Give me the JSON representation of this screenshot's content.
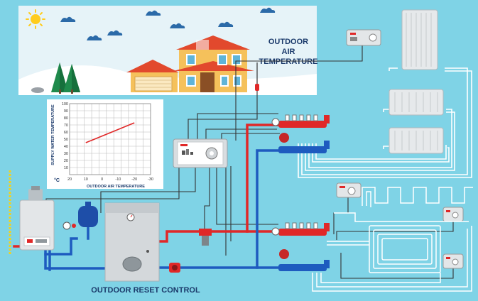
{
  "labels": {
    "outdoor_air_temperature": [
      "OUTDOOR",
      "AIR",
      "TEMPERATURE"
    ],
    "outdoor_reset_control": "OUTDOOR RESET CONTROL"
  },
  "chart_data": {
    "type": "line",
    "xlabel": "OUTDOOR AIR TEMPERATURE",
    "ylabel": "SUPPLY WATER TEMPERATURE",
    "unit": "°C",
    "x_ticks": [
      "20",
      "10",
      "0",
      "-10",
      "-20",
      "-30"
    ],
    "y_ticks": [
      "100",
      "90",
      "80",
      "70",
      "60",
      "50",
      "40",
      "30",
      "20",
      "10"
    ],
    "xlim": [
      20,
      -30
    ],
    "ylim": [
      0,
      100
    ],
    "grid": true,
    "series": [
      {
        "x": [
          10,
          -20
        ],
        "y": [
          45,
          73
        ]
      }
    ]
  },
  "colors": {
    "background": "#7fd3e6",
    "supply_pipe": "#e02828",
    "return_pipe": "#1e5bbf",
    "control_wire": "#333333",
    "floor_loop": "#ffffff",
    "chart_line": "#e02828"
  }
}
